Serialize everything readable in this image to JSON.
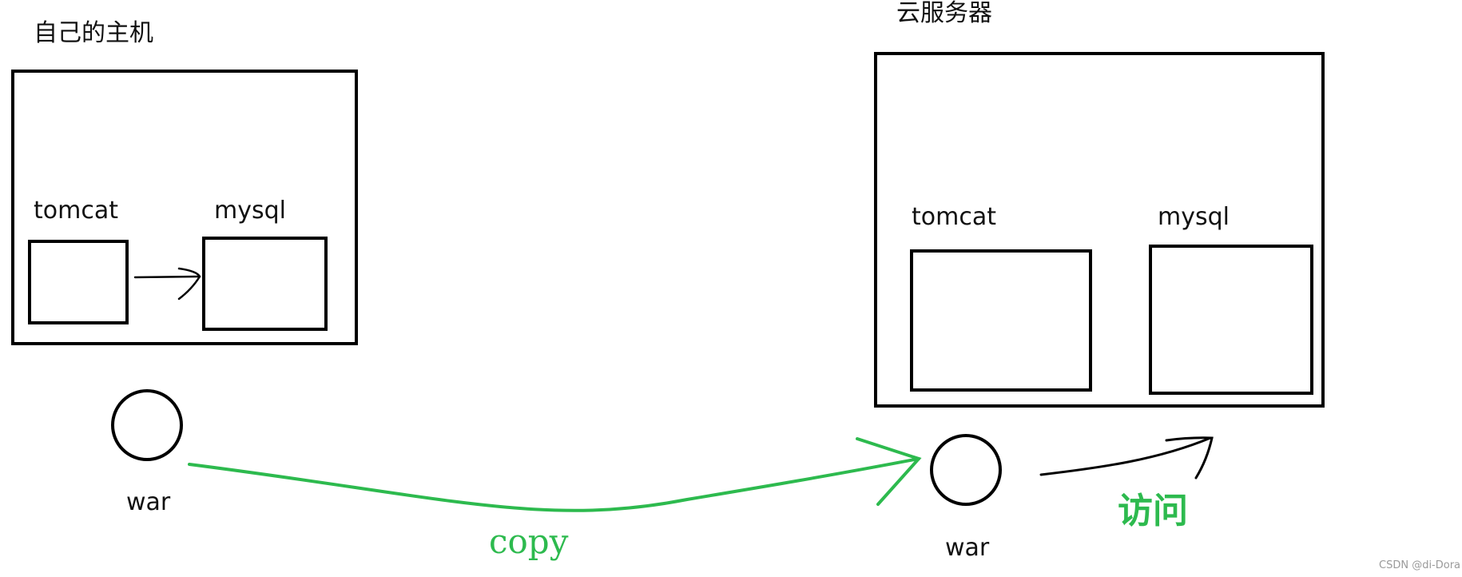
{
  "local_host": {
    "title": "自己的主机",
    "tomcat": "tomcat",
    "mysql": "mysql",
    "war": "war"
  },
  "cloud_server": {
    "title": "云服务器",
    "tomcat": "tomcat",
    "mysql": "mysql",
    "war": "war"
  },
  "arrows": {
    "copy": "copy",
    "access": "访问"
  },
  "watermark": "CSDN @di-Dora",
  "colors": {
    "ink": "#000000",
    "accent": "#2dba4e"
  }
}
